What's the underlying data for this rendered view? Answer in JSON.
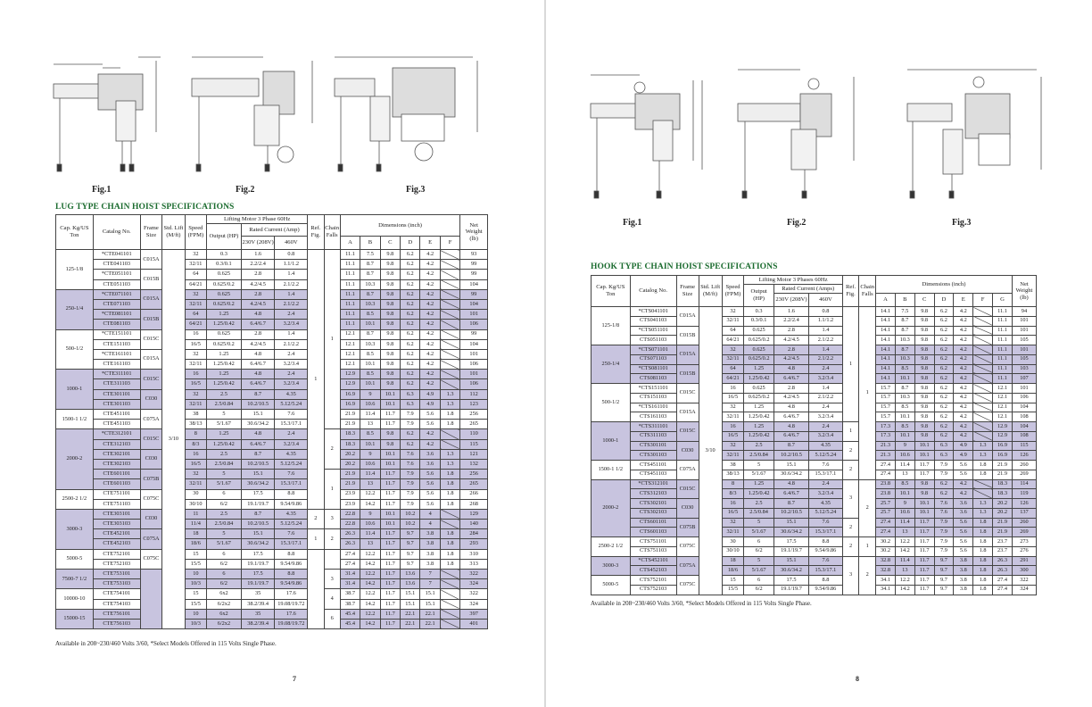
{
  "left": {
    "figs": [
      "Fig.1",
      "Fig.2",
      "Fig.3"
    ],
    "title": "LUG TYPE CHAIN HOIST SPECIFICATIONS",
    "headers": {
      "cap": "Cap. Kg/US Ton",
      "catalog": "Catalog No.",
      "frame": "Frame Size",
      "lift": "Std. Lift (M/ft)",
      "speed": "Speed (FPM)",
      "motor": "Lifting Motor 3 Phase 60Hz",
      "output": "Output (HP)",
      "rated": "Rated Current (Amp)",
      "v230": "230V (208V)",
      "v460": "460V",
      "ref": "Ref. Fig.",
      "falls": "Chain Falls",
      "dims": "Dimensions (inch)",
      "A": "A",
      "B": "B",
      "C": "C",
      "D": "D",
      "E": "E",
      "F": "F",
      "net": "Net Weight (lb)"
    },
    "lift_value": "3/10",
    "footnote": "Available in 208~230/460 Volts 3/60, *Select Models Offered in 115 Volts Single Phase.",
    "page_number": "7",
    "rows": [
      [
        "125-1/8",
        "*CTE041101",
        "C015A",
        "32",
        "0.3",
        "1.6",
        "0.8",
        "11.1",
        "7.5",
        "9.8",
        "6.2",
        "4.2",
        "",
        "93"
      ],
      [
        "",
        "CTE041103",
        "",
        "32/11",
        "0.3/0.1",
        "2.2/2.4",
        "1.1/1.2",
        "11.1",
        "8.7",
        "9.8",
        "6.2",
        "4.2",
        "",
        "99"
      ],
      [
        "",
        "*CTE051101",
        "C015B",
        "64",
        "0.625",
        "2.8",
        "1.4",
        "11.1",
        "8.7",
        "9.8",
        "6.2",
        "4.2",
        "",
        "99"
      ],
      [
        "",
        "CTE051103",
        "",
        "64/21",
        "0.625/0.2",
        "4.2/4.5",
        "2.1/2.2",
        "11.1",
        "10.3",
        "9.8",
        "6.2",
        "4.2",
        "",
        "104"
      ],
      [
        "250-1/4",
        "*CTE071101",
        "C015A",
        "32",
        "0.625",
        "2.8",
        "1.4",
        "11.1",
        "8.7",
        "9.8",
        "6.2",
        "4.2",
        "",
        "99"
      ],
      [
        "",
        "CTE071103",
        "",
        "32/11",
        "0.625/0.2",
        "4.2/4.5",
        "2.1/2.2",
        "11.1",
        "10.3",
        "9.8",
        "6.2",
        "4.2",
        "",
        "104"
      ],
      [
        "",
        "*CTE081101",
        "C015B",
        "64",
        "1.25",
        "4.8",
        "2.4",
        "11.1",
        "8.5",
        "9.8",
        "6.2",
        "4.2",
        "",
        "101"
      ],
      [
        "",
        "CTE081103",
        "",
        "64/21",
        "1.25/0.42",
        "6.4/6.7",
        "3.2/3.4",
        "11.1",
        "10.1",
        "9.8",
        "6.2",
        "4.2",
        "",
        "106"
      ],
      [
        "500-1/2",
        "*CTE151101",
        "C015C",
        "16",
        "0.625",
        "2.8",
        "1.4",
        "12.1",
        "8.7",
        "9.8",
        "6.2",
        "4.2",
        "",
        "99"
      ],
      [
        "",
        "CTE151103",
        "",
        "16/5",
        "0.625/0.2",
        "4.2/4.5",
        "2.1/2.2",
        "12.1",
        "10.3",
        "9.8",
        "6.2",
        "4.2",
        "",
        "104"
      ],
      [
        "",
        "*CTE161101",
        "C015A",
        "32",
        "1.25",
        "4.8",
        "2.4",
        "12.1",
        "8.5",
        "9.8",
        "6.2",
        "4.2",
        "",
        "101"
      ],
      [
        "",
        "CTE161103",
        "",
        "32/11",
        "1.25/0.42",
        "6.4/6.7",
        "3.2/3.4",
        "12.1",
        "10.1",
        "9.8",
        "6.2",
        "4.2",
        "",
        "106"
      ],
      [
        "1000-1",
        "*CTE311101",
        "C015C",
        "16",
        "1.25",
        "4.8",
        "2.4",
        "12.9",
        "8.5",
        "9.8",
        "6.2",
        "4.2",
        "",
        "101"
      ],
      [
        "",
        "CTE311103",
        "",
        "16/5",
        "1.25/0.42",
        "6.4/6.7",
        "3.2/3.4",
        "12.9",
        "10.1",
        "9.8",
        "6.2",
        "4.2",
        "",
        "106"
      ],
      [
        "",
        "CTE301101",
        "C030",
        "32",
        "2.5",
        "8.7",
        "4.35",
        "16.9",
        "9",
        "10.1",
        "6.3",
        "4.9",
        "1.3",
        "112"
      ],
      [
        "",
        "CTE301103",
        "",
        "32/11",
        "2.5/0.84",
        "10.2/10.5",
        "5.12/5.24",
        "16.9",
        "10.6",
        "10.1",
        "6.3",
        "4.9",
        "1.3",
        "123"
      ],
      [
        "1500-1 1/2",
        "CTE451101",
        "C075A",
        "38",
        "5",
        "15.1",
        "7.6",
        "21.9",
        "11.4",
        "11.7",
        "7.9",
        "5.6",
        "1.8",
        "256"
      ],
      [
        "",
        "CTE451103",
        "",
        "38/13",
        "5/1.67",
        "30.6/34.2",
        "15.3/17.1",
        "21.9",
        "13",
        "11.7",
        "7.9",
        "5.6",
        "1.8",
        "265"
      ],
      [
        "2000-2",
        "*CTE312101",
        "C015C",
        "8",
        "1.25",
        "4.8",
        "2.4",
        "18.3",
        "8.5",
        "9.8",
        "6.2",
        "4.2",
        "",
        "110"
      ],
      [
        "",
        "CTE312103",
        "",
        "8/3",
        "1.25/0.42",
        "6.4/6.7",
        "3.2/3.4",
        "18.3",
        "10.1",
        "9.8",
        "6.2",
        "4.2",
        "",
        "115"
      ],
      [
        "",
        "CTE302101",
        "C030",
        "16",
        "2.5",
        "8.7",
        "4.35",
        "20.2",
        "9",
        "10.1",
        "7.6",
        "3.6",
        "1.3",
        "121"
      ],
      [
        "",
        "CTE302103",
        "",
        "16/5",
        "2.5/0.84",
        "10.2/10.5",
        "5.12/5.24",
        "20.2",
        "10.6",
        "10.1",
        "7.6",
        "3.6",
        "1.3",
        "132"
      ],
      [
        "",
        "CTE601101",
        "C075B",
        "32",
        "5",
        "15.1",
        "7.6",
        "21.9",
        "11.4",
        "11.7",
        "7.9",
        "5.6",
        "1.8",
        "256"
      ],
      [
        "",
        "CTE601103",
        "",
        "32/11",
        "5/1.67",
        "30.6/34.2",
        "15.3/17.1",
        "21.9",
        "13",
        "11.7",
        "7.9",
        "5.6",
        "1.8",
        "265"
      ],
      [
        "2500-2 1/2",
        "CTE751101",
        "C075C",
        "30",
        "6",
        "17.5",
        "8.8",
        "23.9",
        "12.2",
        "11.7",
        "7.9",
        "5.6",
        "1.8",
        "266"
      ],
      [
        "",
        "CTE751103",
        "",
        "30/10",
        "6/2",
        "19.1/19.7",
        "9.54/9.86",
        "23.9",
        "14.2",
        "11.7",
        "7.9",
        "5.6",
        "1.8",
        "268"
      ],
      [
        "3000-3",
        "CTE303101",
        "C030",
        "11",
        "2.5",
        "8.7",
        "4.35",
        "22.8",
        "9",
        "10.1",
        "10.2",
        "4",
        "",
        "129"
      ],
      [
        "",
        "CTE303103",
        "",
        "11/4",
        "2.5/0.84",
        "10.2/10.5",
        "5.12/5.24",
        "22.8",
        "10.6",
        "10.1",
        "10.2",
        "4",
        "",
        "140"
      ],
      [
        "",
        "CTE452101",
        "C075A",
        "18",
        "5",
        "15.1",
        "7.6",
        "26.3",
        "11.4",
        "11.7",
        "9.7",
        "3.8",
        "1.8",
        "284"
      ],
      [
        "",
        "CTE452103",
        "",
        "18/6",
        "5/1.67",
        "30.6/34.2",
        "15.3/17.1",
        "26.3",
        "13",
        "11.7",
        "9.7",
        "3.8",
        "1.8",
        "293"
      ],
      [
        "5000-5",
        "CTE752101",
        "C075C",
        "15",
        "6",
        "17.5",
        "8.8",
        "27.4",
        "12.2",
        "11.7",
        "9.7",
        "3.8",
        "1.8",
        "310"
      ],
      [
        "",
        "CTE752103",
        "",
        "15/5",
        "6/2",
        "19.1/19.7",
        "9.54/9.86",
        "27.4",
        "14.2",
        "11.7",
        "9.7",
        "3.8",
        "1.8",
        "313"
      ],
      [
        "7500-7 1/2",
        "CTE753101",
        "",
        "10",
        "6",
        "17.5",
        "8.8",
        "31.4",
        "12.2",
        "11.7",
        "13.6",
        "7",
        "",
        "322"
      ],
      [
        "",
        "CTE753103",
        "",
        "10/3",
        "6/2",
        "19.1/19.7",
        "9.54/9.86",
        "31.4",
        "14.2",
        "11.7",
        "13.6",
        "7",
        "",
        "324"
      ],
      [
        "10000-10",
        "CTE754101",
        "",
        "15",
        "6x2",
        "35",
        "17.6",
        "38.7",
        "12.2",
        "11.7",
        "15.1",
        "15.1",
        "",
        "322"
      ],
      [
        "",
        "CTE754103",
        "",
        "15/5",
        "6/2x2",
        "38.2/39.4",
        "19.08/19.72",
        "38.7",
        "14.2",
        "11.7",
        "15.1",
        "15.1",
        "",
        "324"
      ],
      [
        "15000-15",
        "CTE756101",
        "",
        "10",
        "6x2",
        "35",
        "17.6",
        "45.4",
        "12.2",
        "11.7",
        "22.1",
        "22.1",
        "",
        "397"
      ],
      [
        "",
        "CTE756103",
        "",
        "10/3",
        "6/2x2",
        "38.2/39.4",
        "19.08/19.72",
        "45.4",
        "14.2",
        "11.7",
        "22.1",
        "22.1",
        "",
        "401"
      ]
    ]
  },
  "right": {
    "figs": [
      "Fig.1",
      "Fig.2",
      "Fig.3"
    ],
    "title": "HOOK TYPE CHAIN HOIST SPECIFICATIONS",
    "headers": {
      "cap": "Cap. Kg/US Ton",
      "catalog": "Catalog No.",
      "frame": "Frame Size",
      "lift": "Std. Lift (M/ft)",
      "speed": "Speed (FPM)",
      "motor": "Lifting Motor 3 Phases 60Hz",
      "output": "Output (HP)",
      "rated": "Rated Current (Amps)",
      "v230": "230V (208V)",
      "v460": "460V",
      "ref": "Ref. Fig.",
      "falls": "Chain Falls",
      "dims": "Dimensions (inch)",
      "A": "A",
      "B": "B",
      "C": "C",
      "D": "D",
      "E": "E",
      "F": "F",
      "G": "G",
      "net": "Net Weight (lb)"
    },
    "lift_value": "3/10",
    "footnote": "Available in 208~230/460 Volts 3/60, *Select Models Offered in 115 Volts Single Phase.",
    "page_number": "8",
    "rows": [
      [
        "125-1/8",
        "*CTS041101",
        "C015A",
        "32",
        "0.3",
        "1.6",
        "0.8",
        "14.1",
        "7.5",
        "9.8",
        "6.2",
        "4.2",
        "",
        "11.1",
        "94"
      ],
      [
        "",
        "CTS041103",
        "",
        "32/11",
        "0.3/0.1",
        "2.2/2.4",
        "1.1/1.2",
        "14.1",
        "8.7",
        "9.8",
        "6.2",
        "4.2",
        "",
        "11.1",
        "101"
      ],
      [
        "",
        "*CTS051101",
        "C015B",
        "64",
        "0.625",
        "2.8",
        "1.4",
        "14.1",
        "8.7",
        "9.8",
        "6.2",
        "4.2",
        "",
        "11.1",
        "101"
      ],
      [
        "",
        "CTS051103",
        "",
        "64/21",
        "0.625/0.2",
        "4.2/4.5",
        "2.1/2.2",
        "14.1",
        "10.3",
        "9.8",
        "6.2",
        "4.2",
        "",
        "11.1",
        "105"
      ],
      [
        "250-1/4",
        "*CTS071101",
        "C015A",
        "32",
        "0.625",
        "2.8",
        "1.4",
        "14.1",
        "8.7",
        "9.8",
        "6.2",
        "4.2",
        "",
        "11.1",
        "101"
      ],
      [
        "",
        "CTS071103",
        "",
        "32/11",
        "0.625/0.2",
        "4.2/4.5",
        "2.1/2.2",
        "14.1",
        "10.3",
        "9.8",
        "6.2",
        "4.2",
        "",
        "11.1",
        "105"
      ],
      [
        "",
        "*CTS081101",
        "C015B",
        "64",
        "1.25",
        "4.8",
        "2.4",
        "14.1",
        "8.5",
        "9.8",
        "6.2",
        "4.2",
        "",
        "11.1",
        "103"
      ],
      [
        "",
        "CTS081103",
        "",
        "64/21",
        "1.25/0.42",
        "6.4/6.7",
        "3.2/3.4",
        "14.1",
        "10.1",
        "9.8",
        "6.2",
        "4.2",
        "",
        "11.1",
        "107"
      ],
      [
        "500-1/2",
        "*CTS151101",
        "C015C",
        "16",
        "0.625",
        "2.8",
        "1.4",
        "15.7",
        "8.7",
        "9.8",
        "6.2",
        "4.2",
        "",
        "12.1",
        "101"
      ],
      [
        "",
        "CTS151103",
        "",
        "16/5",
        "0.625/0.2",
        "4.2/4.5",
        "2.1/2.2",
        "15.7",
        "10.3",
        "9.8",
        "6.2",
        "4.2",
        "",
        "12.1",
        "106"
      ],
      [
        "",
        "*CTS161101",
        "C015A",
        "32",
        "1.25",
        "4.8",
        "2.4",
        "15.7",
        "8.5",
        "9.8",
        "6.2",
        "4.2",
        "",
        "12.1",
        "104"
      ],
      [
        "",
        "CTS161103",
        "",
        "32/11",
        "1.25/0.42",
        "6.4/6.7",
        "3.2/3.4",
        "15.7",
        "10.1",
        "9.8",
        "6.2",
        "4.2",
        "",
        "12.1",
        "108"
      ],
      [
        "1000-1",
        "*CTS311101",
        "C015C",
        "16",
        "1.25",
        "4.8",
        "2.4",
        "17.3",
        "8.5",
        "9.8",
        "6.2",
        "4.2",
        "",
        "12.9",
        "104"
      ],
      [
        "",
        "CTS311103",
        "",
        "16/5",
        "1.25/0.42",
        "6.4/6.7",
        "3.2/3.4",
        "17.3",
        "10.1",
        "9.8",
        "6.2",
        "4.2",
        "",
        "12.9",
        "108"
      ],
      [
        "",
        "CTS301101",
        "C030",
        "32",
        "2.5",
        "8.7",
        "4.35",
        "21.3",
        "9",
        "10.1",
        "6.3",
        "4.9",
        "1.3",
        "16.9",
        "115"
      ],
      [
        "",
        "CTS301103",
        "",
        "32/11",
        "2.5/0.84",
        "10.2/10.5",
        "5.12/5.24",
        "21.3",
        "10.6",
        "10.1",
        "6.3",
        "4.9",
        "1.3",
        "16.9",
        "126"
      ],
      [
        "1500-1 1/2",
        "CTS451101",
        "C075A",
        "38",
        "5",
        "15.1",
        "7.6",
        "27.4",
        "11.4",
        "11.7",
        "7.9",
        "5.6",
        "1.8",
        "21.9",
        "260"
      ],
      [
        "",
        "CTS451103",
        "",
        "38/13",
        "5/1.67",
        "30.6/34.2",
        "15.3/17.1",
        "27.4",
        "13",
        "11.7",
        "7.9",
        "5.6",
        "1.8",
        "21.9",
        "269"
      ],
      [
        "2000-2",
        "*CTS312101",
        "C015C",
        "8",
        "1.25",
        "4.8",
        "2.4",
        "23.8",
        "8.5",
        "9.8",
        "6.2",
        "4.2",
        "",
        "18.3",
        "114"
      ],
      [
        "",
        "CTS312103",
        "",
        "8/3",
        "1.25/0.42",
        "6.4/6.7",
        "3.2/3.4",
        "23.8",
        "10.1",
        "9.8",
        "6.2",
        "4.2",
        "",
        "18.3",
        "119"
      ],
      [
        "",
        "CTS302101",
        "C030",
        "16",
        "2.5",
        "8.7",
        "4.35",
        "25.7",
        "9",
        "10.1",
        "7.6",
        "3.6",
        "1.3",
        "20.2",
        "126"
      ],
      [
        "",
        "CTS302103",
        "",
        "16/5",
        "2.5/0.84",
        "10.2/10.5",
        "5.12/5.24",
        "25.7",
        "10.6",
        "10.1",
        "7.6",
        "3.6",
        "1.3",
        "20.2",
        "137"
      ],
      [
        "",
        "CTS601101",
        "C075B",
        "32",
        "5",
        "15.1",
        "7.6",
        "27.4",
        "11.4",
        "11.7",
        "7.9",
        "5.6",
        "1.8",
        "21.9",
        "260"
      ],
      [
        "",
        "CTS601103",
        "",
        "32/11",
        "5/1.67",
        "30.6/34.2",
        "15.3/17.1",
        "27.4",
        "13",
        "11.7",
        "7.9",
        "5.6",
        "1.8",
        "21.9",
        "269"
      ],
      [
        "2500-2 1/2",
        "CTS751101",
        "C075C",
        "30",
        "6",
        "17.5",
        "8.8",
        "30.2",
        "12.2",
        "11.7",
        "7.9",
        "5.6",
        "1.8",
        "23.7",
        "273"
      ],
      [
        "",
        "CTS751103",
        "",
        "30/10",
        "6/2",
        "19.1/19.7",
        "9.54/9.86",
        "30.2",
        "14.2",
        "11.7",
        "7.9",
        "5.6",
        "1.8",
        "23.7",
        "276"
      ],
      [
        "3000-3",
        "*CTS452101",
        "C075A",
        "18",
        "5",
        "15.1",
        "7.6",
        "32.8",
        "11.4",
        "11.7",
        "9.7",
        "3.8",
        "1.8",
        "26.3",
        "291"
      ],
      [
        "",
        "CTS452103",
        "",
        "18/6",
        "5/1.67",
        "30.6/34.2",
        "15.3/17.1",
        "32.8",
        "13",
        "11.7",
        "9.7",
        "3.8",
        "1.8",
        "26.3",
        "300"
      ],
      [
        "5000-5",
        "CTS752101",
        "C075C",
        "15",
        "6",
        "17.5",
        "8.8",
        "34.1",
        "12.2",
        "11.7",
        "9.7",
        "3.8",
        "1.8",
        "27.4",
        "322"
      ],
      [
        "",
        "CTS752103",
        "",
        "15/5",
        "6/2",
        "19.1/19.7",
        "9.54/9.86",
        "34.1",
        "14.2",
        "11.7",
        "9.7",
        "3.8",
        "1.8",
        "27.4",
        "324"
      ]
    ]
  },
  "colors": {
    "shade": "#c8c4df",
    "title": "#1a6b2e"
  }
}
